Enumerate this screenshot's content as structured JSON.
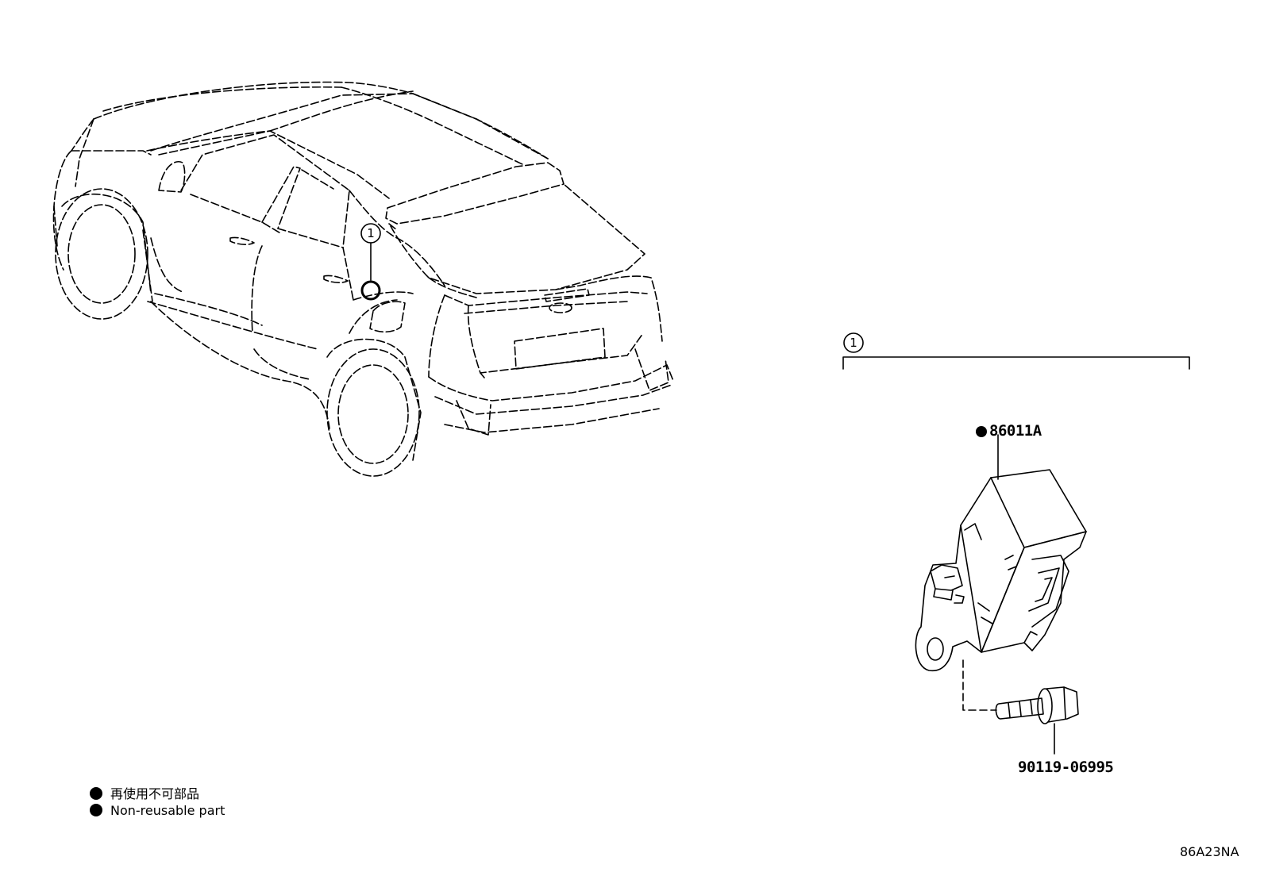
{
  "callouts": {
    "vehicle_ref": "1",
    "group_ref": "1"
  },
  "parts": {
    "module": {
      "number": "86011A",
      "non_reusable": true
    },
    "bolt": {
      "number": "90119-06995"
    }
  },
  "legend": {
    "jp": "再使用不可部品",
    "en": "Non-reusable part"
  },
  "diagram_code": "86A23NA"
}
